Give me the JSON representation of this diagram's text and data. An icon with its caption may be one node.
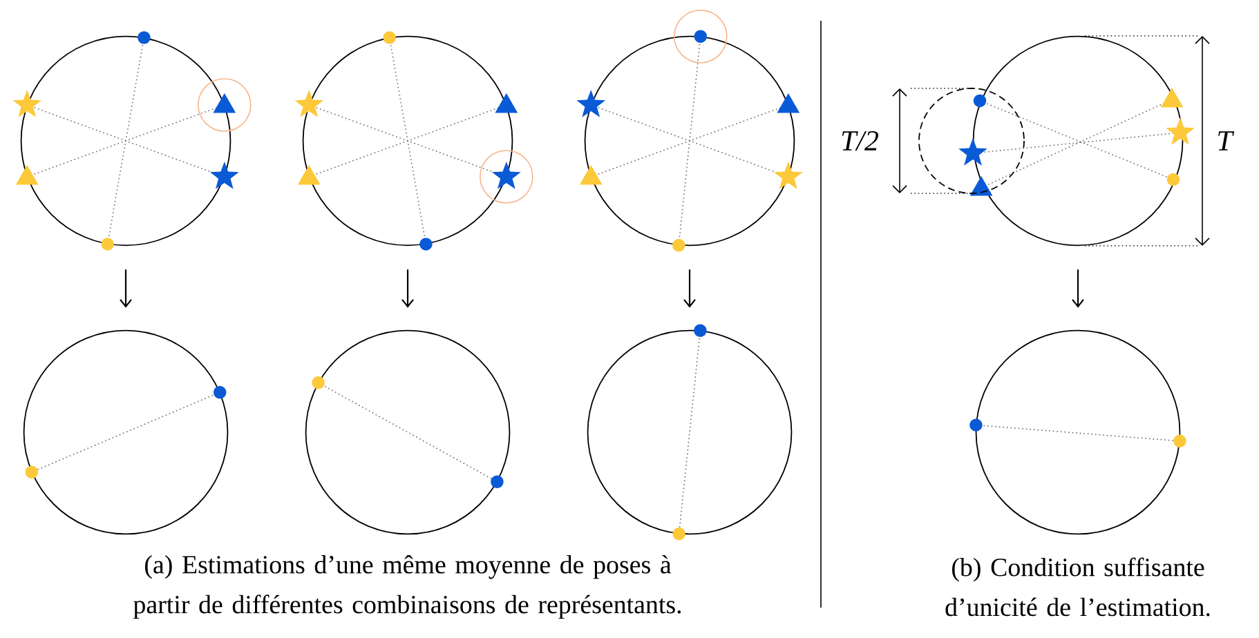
{
  "diagram": {
    "nodes": [
      {
        "text": [],
        "shape": "circle"
      },
      {
        "text": [],
        "shape": "circle"
      },
      {
        "text": [],
        "shape": "circle"
      },
      {
        "text": [],
        "shape": "circle"
      },
      {
        "text": [],
        "shape": "circle"
      },
      {
        "text": [],
        "shape": "circle"
      },
      {
        "text": [],
        "shape": "circle"
      },
      {
        "text": [],
        "shape": "circle"
      }
    ],
    "edges": [
      {
        "from": 0,
        "to": 4,
        "arrow": "to"
      },
      {
        "from": 1,
        "to": 5,
        "arrow": "to"
      },
      {
        "from": 2,
        "to": 6,
        "arrow": "to"
      },
      {
        "from": 3,
        "to": 7,
        "arrow": "to"
      }
    ],
    "labels": [
      "T/2",
      "T",
      "(a) Estimations d’une même moyenne de poses à partir de différentes combinaisons de représentants.",
      "(b) Condition suffisante d’unicité de l’estimation."
    ]
  }
}
